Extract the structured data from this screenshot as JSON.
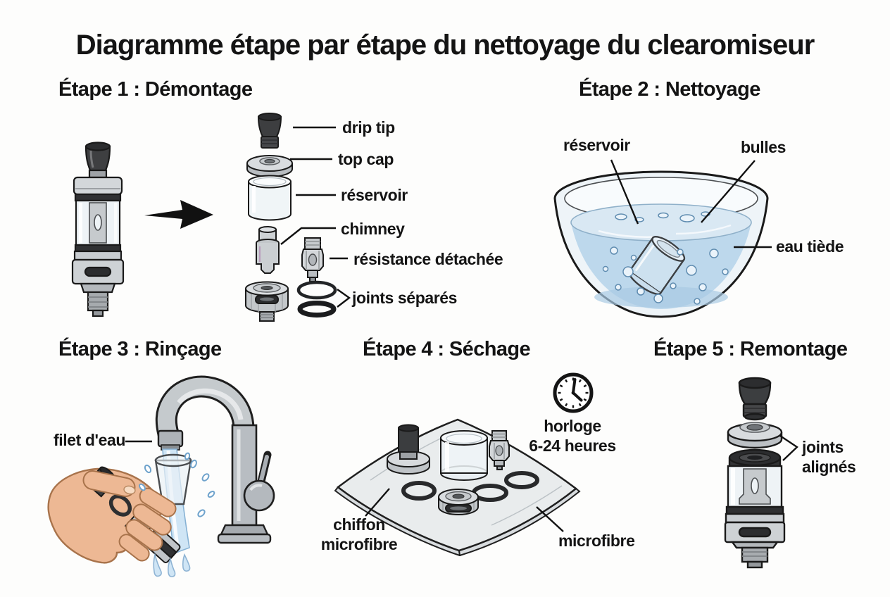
{
  "title": "Diagramme étape par étape du nettoyage du clearomiseur",
  "steps": {
    "step1": {
      "heading": "Étape 1 : Démontage",
      "labels": {
        "drip_tip": "drip tip",
        "top_cap": "top cap",
        "reservoir": "réservoir",
        "chimney": "chimney",
        "resistance": "résistance détachée",
        "joints": "joints séparés"
      }
    },
    "step2": {
      "heading": "Étape 2 : Nettoyage",
      "labels": {
        "reservoir": "réservoir",
        "bulles": "bulles",
        "eau_tiede": "eau tiède"
      }
    },
    "step3": {
      "heading": "Étape 3 : Rinçage",
      "labels": {
        "filet_eau": "filet d'eau"
      }
    },
    "step4": {
      "heading": "Étape 4 : Séchage",
      "labels": {
        "horloge": "horloge",
        "duree": "6-24 heures",
        "chiffon_l1": "chiffon",
        "chiffon_l2": "microfibre",
        "microfibre": "microfibre"
      }
    },
    "step5": {
      "heading": "Étape 5 : Remontage",
      "labels": {
        "joints_l1": "joints",
        "joints_l2": "alignés"
      }
    }
  },
  "icons": {
    "clock": "clock-icon",
    "arrow_right": "arrow-right-icon"
  },
  "palette": {
    "ink": "#141414",
    "metal_light": "#d7dadd",
    "metal_mid": "#bec2c6",
    "dark_part": "#3b3d3f",
    "water": "#bdd8ec",
    "water_surface": "#d9e8f3",
    "skin": "#edb894",
    "cloth": "#e9eced",
    "background": "#fdfdfc"
  }
}
